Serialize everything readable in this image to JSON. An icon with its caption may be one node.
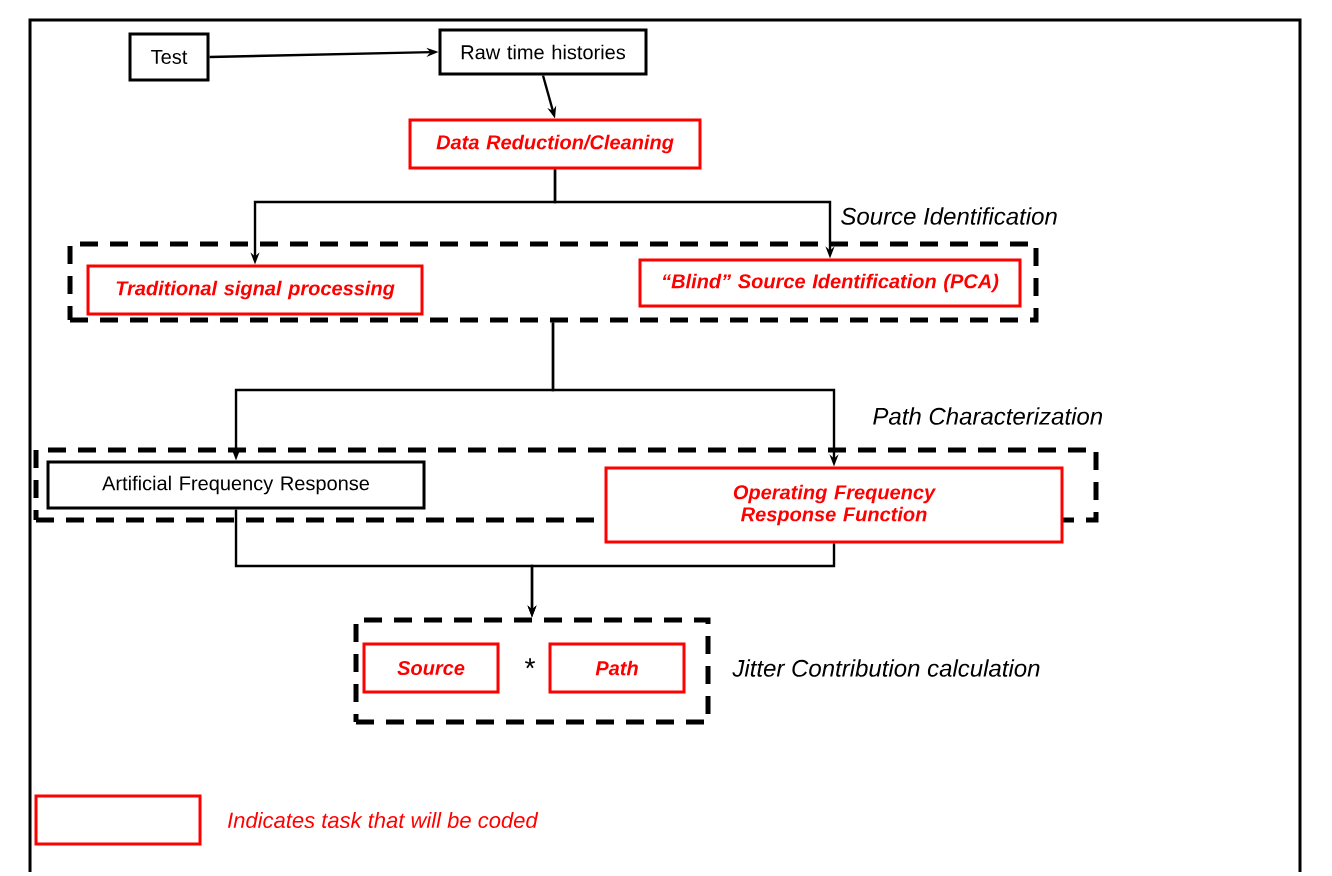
{
  "diagram": {
    "nodes": [
      {
        "text": [
          "Test"
        ]
      },
      {
        "text": [
          "Raw time histories"
        ]
      },
      {
        "text": [
          "Data Reduction/Cleaning"
        ]
      },
      {
        "text": [
          "Source Identification"
        ]
      },
      {
        "text": [
          "Traditional signal processing"
        ],
        "in": 3
      },
      {
        "text": [
          "“Blind” Source Identification (PCA)"
        ],
        "in": 3
      },
      {
        "text": [
          "Path Characterization"
        ]
      },
      {
        "text": [
          "Artificial Frequency Response"
        ],
        "in": 6
      },
      {
        "text": [
          "Operating Frequency Response Function"
        ]
      },
      {
        "text": [
          "Jitter Contribution calculation"
        ]
      },
      {
        "text": [
          "Source"
        ],
        "in": 9
      },
      {
        "text": [
          "Path"
        ],
        "in": 9
      }
    ],
    "edges": [
      {
        "from": 0,
        "to": 1,
        "arrow": "to"
      },
      {
        "from": 1,
        "to": 2,
        "arrow": "to"
      },
      {
        "from": 2,
        "to": 4,
        "arrow": "to"
      },
      {
        "from": 2,
        "to": 5,
        "arrow": "to"
      },
      {
        "from": 3,
        "to": 7,
        "arrow": "to"
      },
      {
        "from": 3,
        "to": 8,
        "arrow": "to"
      },
      {
        "from": 7,
        "to": 9,
        "arrow": "to"
      },
      {
        "from": 8,
        "to": 9,
        "arrow": "to"
      }
    ],
    "labels": [
      "*"
    ],
    "legend": [
      {
        "text": "Indicates task that will be coded"
      }
    ]
  }
}
